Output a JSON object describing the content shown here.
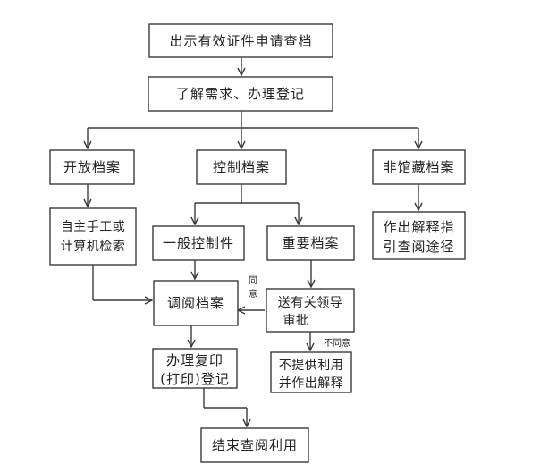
{
  "nodes": {
    "show_id": "出示有效证件申请查档",
    "understand": "了解需求、办理登记",
    "open_archive": "开放档案",
    "controlled_archive": "控制档案",
    "non_holding_archive": "非馆藏档案",
    "self_search": [
      "自主手工或",
      "计算机检索"
    ],
    "general_controlled": "一般控制件",
    "important_archive": "重要档案",
    "guide": [
      "作出解释指",
      "引查阅途径"
    ],
    "consult_archive": "调阅档案",
    "send_leader": [
      "送有关领导",
      "审批"
    ],
    "copy_print": [
      "办理复印",
      "(打印)登记"
    ],
    "refuse": [
      "不提供利用",
      "并作出解释"
    ],
    "finish": "结束查阅利用"
  },
  "edge_labels": {
    "agree": [
      "同",
      "意"
    ],
    "disagree": "不同意"
  }
}
